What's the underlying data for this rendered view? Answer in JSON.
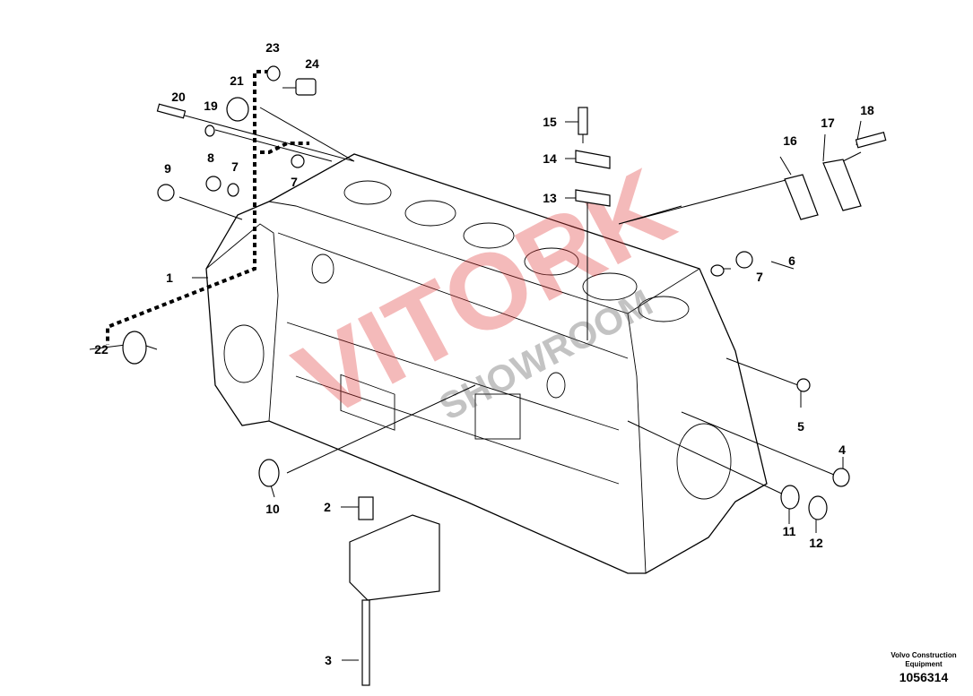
{
  "diagram": {
    "callouts": [
      "23",
      "24",
      "21",
      "20",
      "19",
      "9",
      "8",
      "7",
      "7",
      "1",
      "22",
      "15",
      "14",
      "13",
      "16",
      "17",
      "18",
      "6",
      "7",
      "5",
      "4",
      "10",
      "2",
      "11",
      "12",
      "3"
    ],
    "watermark": {
      "line1": "VITORK",
      "line2": "SHOWROOM"
    }
  },
  "footer": {
    "brand_line1": "Volvo Construction",
    "brand_line2": "Equipment",
    "doc_number": "1056314"
  }
}
